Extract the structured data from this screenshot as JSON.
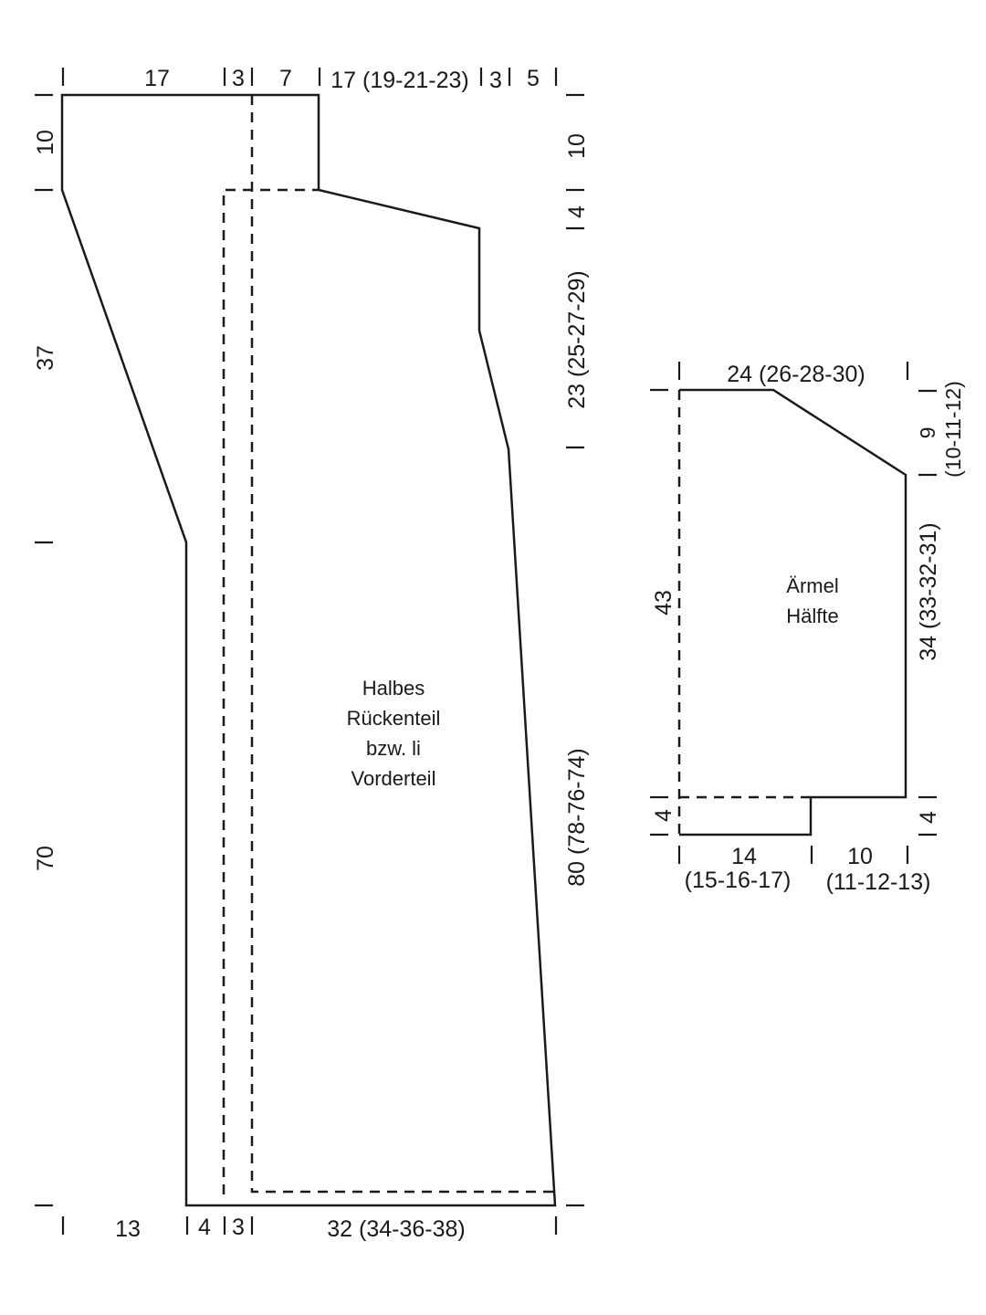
{
  "body_piece": {
    "name_lines": [
      "Halbes",
      "Rückenteil",
      "bzw. li",
      "Vorderteil"
    ],
    "top": {
      "seg1": "17",
      "seg2": "3",
      "seg3": "7",
      "seg4": "17 (19-21-23)",
      "seg5": "3",
      "seg6": "5"
    },
    "left": {
      "seg1": "10",
      "seg2": "37",
      "seg3": "70"
    },
    "right": {
      "seg1": "10",
      "seg2": "4",
      "seg3": "23 (25-27-29)",
      "seg4": "80 (78-76-74)"
    },
    "bottom": {
      "seg1": "13",
      "seg2": "4",
      "seg3": "3",
      "seg4": "32 (34-36-38)"
    }
  },
  "sleeve_piece": {
    "name_lines": [
      "Ärmel",
      "Hälfte"
    ],
    "top": "24 (26-28-30)",
    "right": {
      "seg1_line1": "9",
      "seg1_line2": "(10-11-12)",
      "seg2": "34 (33-32-31)",
      "seg3": "4"
    },
    "left": {
      "seg1": "43",
      "seg2": "4"
    },
    "bottom": {
      "seg1_line1": "14",
      "seg1_line2": "(15-16-17)",
      "seg2_line1": "10",
      "seg2_line2": "(11-12-13)"
    }
  }
}
